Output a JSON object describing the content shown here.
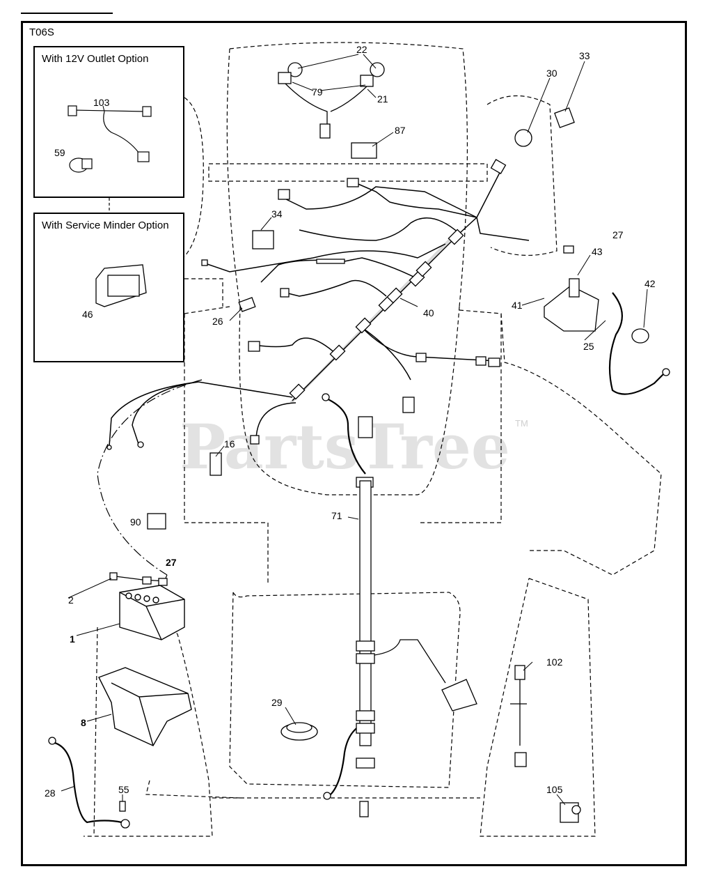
{
  "diagram": {
    "code": "T06S",
    "watermark": "PartsTree",
    "watermark_tm": "TM",
    "insets": [
      {
        "title": "With 12V Outlet Option"
      },
      {
        "title": "With Service Minder Option"
      }
    ],
    "callouts": {
      "p22": "22",
      "p79": "79",
      "p21": "21",
      "p87": "87",
      "p33": "33",
      "p30": "30",
      "p103": "103",
      "p59": "59",
      "p34": "34",
      "p27a": "27",
      "p43": "43",
      "p42": "42",
      "p41": "41",
      "p25": "25",
      "p46": "46",
      "p26": "26",
      "p40": "40",
      "p16": "16",
      "p71": "71",
      "p90": "90",
      "p27b": "27",
      "p2": "2",
      "p1": "1",
      "p8": "8",
      "p102": "102",
      "p29": "29",
      "p28": "28",
      "p55": "55",
      "p105": "105"
    }
  }
}
